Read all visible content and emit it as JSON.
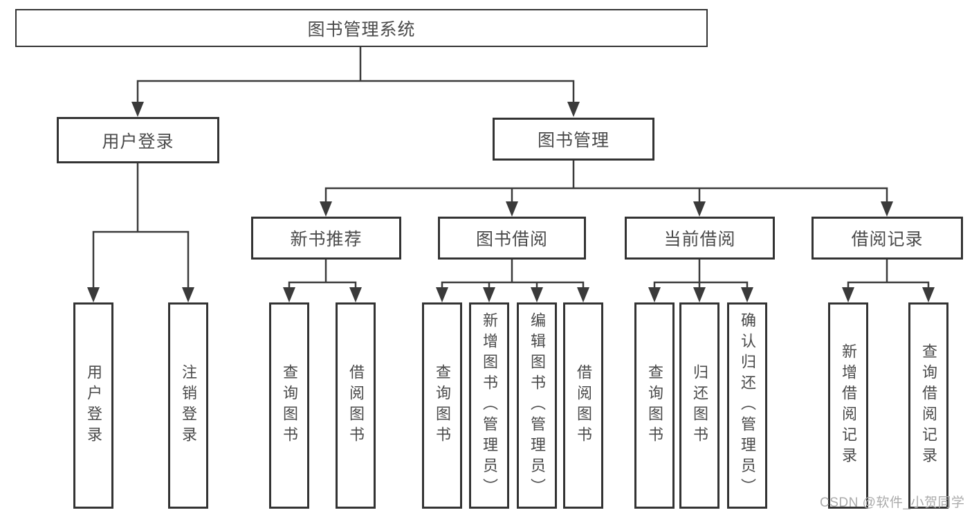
{
  "colors": {
    "bg": "#ffffff",
    "line": "#3a3a3a",
    "border": "#333333",
    "text": "#4a4a4a",
    "watermark": "#ababab"
  },
  "tree": {
    "root": {
      "label": "图书管理系统"
    },
    "branches": [
      {
        "label": "用户登录",
        "children": [
          {
            "label": "用户登录"
          },
          {
            "label": "注销登录"
          }
        ]
      },
      {
        "label": "图书管理",
        "groups": [
          {
            "label": "新书推荐",
            "children": [
              {
                "label": "查询图书"
              },
              {
                "label": "借阅图书"
              }
            ]
          },
          {
            "label": "图书借阅",
            "children": [
              {
                "label": "查询图书"
              },
              {
                "label": "新增图书（管理员）"
              },
              {
                "label": "编辑图书（管理员）"
              },
              {
                "label": "借阅图书"
              }
            ]
          },
          {
            "label": "当前借阅",
            "children": [
              {
                "label": "查询图书"
              },
              {
                "label": "归还图书"
              },
              {
                "label": "确认归还（管理员）"
              }
            ]
          },
          {
            "label": "借阅记录",
            "children": [
              {
                "label": "新增借阅记录"
              },
              {
                "label": "查询借阅记录"
              }
            ]
          }
        ]
      }
    ]
  },
  "watermark": {
    "text": "CSDN @软件_小贺同学"
  }
}
